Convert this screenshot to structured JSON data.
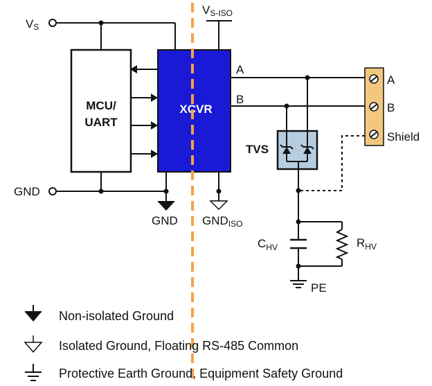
{
  "labels": {
    "vs": "V",
    "vs_sub": "S",
    "vs_iso": "V",
    "vs_iso_sub": "S-ISO",
    "mcu_line1": "MCU/",
    "mcu_line2": "UART",
    "xcvr": "XCVR",
    "a_line": "A",
    "b_line": "B",
    "tvs": "TVS",
    "gnd_left": "GND",
    "gnd_bottom": "GND",
    "gnd_iso": "GND",
    "gnd_iso_sub": "ISO",
    "c_hv": "C",
    "c_hv_sub": "HV",
    "r_hv": "R",
    "r_hv_sub": "HV",
    "pe": "PE",
    "term_a": "A",
    "term_b": "B",
    "term_shield": "Shield"
  },
  "legend": [
    {
      "symbol": "non-isolated-ground-icon",
      "text": "Non-isolated Ground"
    },
    {
      "symbol": "isolated-ground-icon",
      "text": "Isolated Ground, Floating RS-485 Common"
    },
    {
      "symbol": "protective-earth-icon",
      "text": "Protective Earth Ground, Equipment Safety Ground"
    }
  ],
  "colors": {
    "xcvr_fill": "#1a1ad6",
    "isolation_barrier": "#f5a242",
    "tvs_fill": "#b6cde0",
    "terminal_fill": "#f2c77e"
  }
}
